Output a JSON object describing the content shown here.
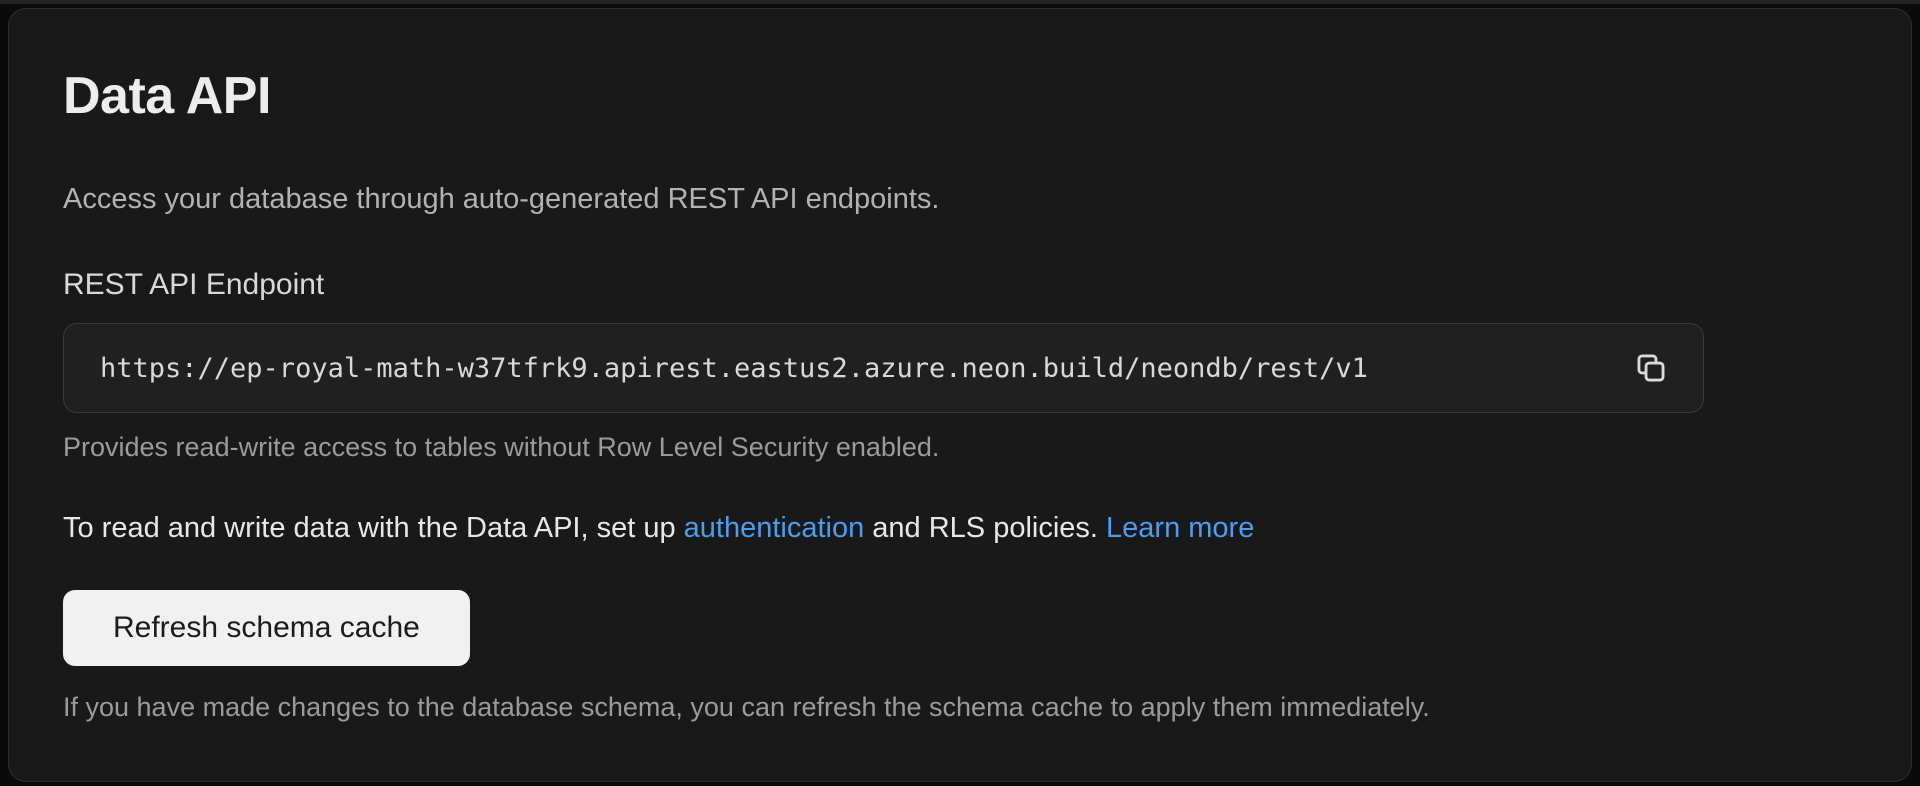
{
  "panel": {
    "title": "Data API",
    "description": "Access your database through auto-generated REST API endpoints."
  },
  "endpoint": {
    "label": "REST API Endpoint",
    "url": "https://ep-royal-math-w37tfrk9.apirest.eastus2.azure.neon.build/neondb/rest/v1",
    "copy_icon": "copy-icon",
    "helper": "Provides read-write access to tables without Row Level Security enabled."
  },
  "rls_note": {
    "prefix": "To read and write data with the Data API, set up ",
    "auth_link": "authentication",
    "middle": " and RLS policies. ",
    "learn_more_link": "Learn more"
  },
  "schema_cache": {
    "button_label": "Refresh schema cache",
    "helper": "If you have made changes to the database schema, you can refresh the schema cache to apply them immediately."
  },
  "colors": {
    "link": "#4a9eef",
    "card_background": "#191919",
    "card_border": "#2e2e30",
    "field_background": "#202021",
    "field_border": "#3a3a3c",
    "button_background": "#f1f1f1",
    "button_text": "#1b1b1c",
    "title_text": "#ededee",
    "muted_text": "#9b9b9d"
  }
}
